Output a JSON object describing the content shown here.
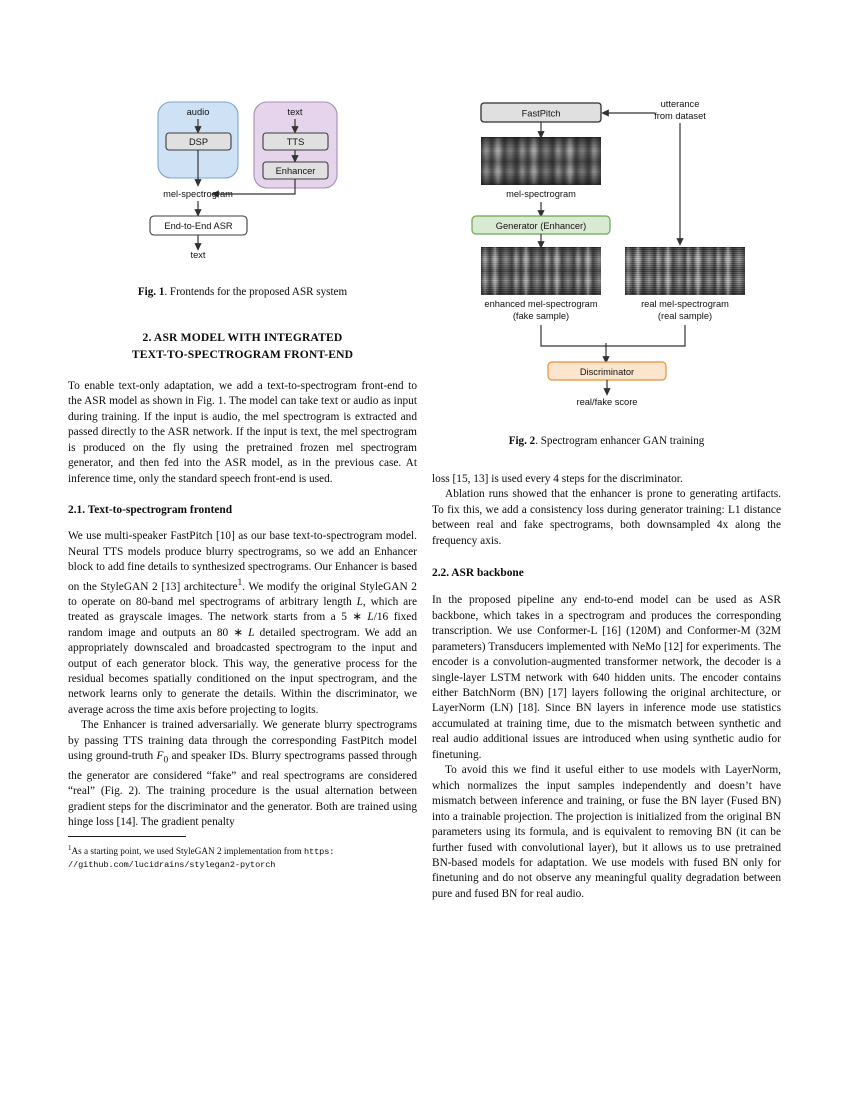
{
  "document": {
    "type": "academic-paper-page",
    "columns": 2
  },
  "figure1": {
    "id": "fig1",
    "caption_label": "Fig. 1",
    "caption_text": ". Frontends for the proposed ASR system",
    "groups": [
      {
        "name": "audio-group",
        "label": "audio",
        "fill": "#cfe2f5",
        "stroke": "#7aa6cc"
      },
      {
        "name": "text-group",
        "label": "text",
        "fill": "#e5d4ec",
        "stroke": "#a98cb8"
      }
    ],
    "nodes": [
      {
        "name": "dsp-box",
        "label": "DSP"
      },
      {
        "name": "tts-box",
        "label": "TTS"
      },
      {
        "name": "enhancer-box",
        "label": "Enhancer"
      },
      {
        "name": "asr-box",
        "label": "End-to-End ASR"
      }
    ],
    "labels": [
      {
        "name": "mel-spectrogram-label",
        "text": "mel-spectrogram"
      },
      {
        "name": "output-text-label",
        "text": "text"
      }
    ],
    "box_fill": "#e0e0e0",
    "box_stroke": "#3b3b3b"
  },
  "figure2": {
    "id": "fig2",
    "caption_label": "Fig. 2",
    "caption_text": ". Spectrogram enhancer GAN training",
    "nodes": [
      {
        "name": "fastpitch-box",
        "label": "FastPitch",
        "fill": "#e0e0e0",
        "stroke": "#2e2e2e"
      },
      {
        "name": "generator-box",
        "label": "Generator (Enhancer)",
        "fill": "#d9ead3",
        "stroke": "#6aa84f"
      },
      {
        "name": "discriminator-box",
        "label": "Discriminator",
        "fill": "#fce5cd",
        "stroke": "#e69138"
      }
    ],
    "labels": [
      {
        "name": "utterance-label-line1",
        "text": "utterance"
      },
      {
        "name": "utterance-label-line2",
        "text": "from dataset"
      },
      {
        "name": "mel-spectrogram-label",
        "text": "mel-spectrogram"
      },
      {
        "name": "enhanced-mel-label-line1",
        "text": "enhanced mel-spectrogram"
      },
      {
        "name": "enhanced-mel-label-line2",
        "text": "(fake sample)"
      },
      {
        "name": "real-mel-label-line1",
        "text": "real mel-spectrogram"
      },
      {
        "name": "real-mel-label-line2",
        "text": "(real sample)"
      },
      {
        "name": "score-label",
        "text": "real/fake score"
      }
    ]
  },
  "left_column": {
    "section_heading_line1": "2.  ASR MODEL WITH INTEGRATED",
    "section_heading_line2": "TEXT-TO-SPECTROGRAM FRONT-END",
    "paragraph_1": "To enable text-only adaptation, we add a text-to-spectrogram front-end to the ASR model as shown in Fig. 1. The model can take text or audio as input during training. If the input is audio, the mel spectrogram is extracted and passed directly to the ASR network. If the input is text, the mel spectrogram is produced on the fly using the pretrained frozen mel spectrogram generator, and then fed into the ASR model, as in the previous case. At inference time, only the standard speech front-end is used.",
    "subsection_2_1": "2.1.  Text-to-spectrogram frontend",
    "paragraph_2_part1": "We use multi-speaker FastPitch [10] as our base text-to-spectrogram model. Neural TTS models produce blurry spectrograms, so we add an Enhancer block to add fine details to synthesized spectrograms. Our Enhancer is based on the StyleGAN 2 [13] architecture",
    "paragraph_2_footnote_marker": "1",
    "paragraph_2_part2": ". We modify the original StyleGAN 2 to operate on 80-band mel spectrograms of arbitrary length ",
    "paragraph_2_L1": "L",
    "paragraph_2_part3": ", which are treated as grayscale images. The network starts from a 5 ∗ ",
    "paragraph_2_L2": "L",
    "paragraph_2_part4": "/16 fixed random image and outputs an 80 ∗ ",
    "paragraph_2_L3": "L",
    "paragraph_2_part5": " detailed spectrogram. We add an appropriately downscaled and broadcasted spectrogram to the input and output of each generator block. This way, the generative process for the residual becomes spatially conditioned on the input spectrogram, and the network learns only to generate the details. Within the discriminator, we average across the time axis before projecting to logits.",
    "paragraph_3_part1": "The Enhancer is trained adversarially. We generate blurry spectrograms by passing TTS training data through the corresponding FastPitch model using ground-truth ",
    "paragraph_3_F0": "F",
    "paragraph_3_F0sub": "0",
    "paragraph_3_part2": " and speaker IDs. Blurry spectrograms passed through the generator are considered “fake” and real spectrograms are considered “real” (Fig. 2). The training procedure is the usual alternation between gradient steps for the discriminator and the generator. Both are trained using hinge loss [14]. The gradient penalty",
    "footnote_marker": "1",
    "footnote_text": "As a starting point, we used StyleGAN 2 implementation from ",
    "footnote_url_part1": "https:",
    "footnote_url_part2": "//github.com/lucidrains/stylegan2-pytorch"
  },
  "right_column": {
    "paragraph_1": "loss [15, 13] is used every 4 steps for the discriminator.",
    "paragraph_2": "Ablation runs showed that the enhancer is prone to generating artifacts. To fix this, we add a consistency loss during generator training: L1 distance between real and fake spectrograms, both downsampled 4x along the frequency axis.",
    "subsection_2_2": "2.2.  ASR backbone",
    "paragraph_3": "In the proposed pipeline any end-to-end model can be used as ASR backbone, which takes in a spectrogram and produces the corresponding transcription. We use Conformer-L [16] (120M) and Conformer-M (32M parameters) Transducers implemented with NeMo [12] for experiments. The encoder is a convolution-augmented transformer network, the decoder is a single-layer LSTM network with 640 hidden units. The encoder contains either BatchNorm (BN) [17] layers following the original architecture, or LayerNorm (LN) [18]. Since BN layers in inference mode use statistics accumulated at training time, due to the mismatch between synthetic and real audio additional issues are introduced when using synthetic audio for finetuning.",
    "paragraph_4": "To avoid this we find it useful either to use models with LayerNorm, which normalizes the input samples independently and doesn’t have mismatch between inference and training, or fuse the BN layer (Fused BN) into a trainable projection. The projection is initialized from the original BN parameters using its formula, and is equivalent to removing BN (it can be further fused with convolutional layer), but it allows us to use pretrained BN-based models for adaptation. We use models with fused BN only for finetuning and do not observe any meaningful quality degradation between pure and fused BN for real audio."
  }
}
